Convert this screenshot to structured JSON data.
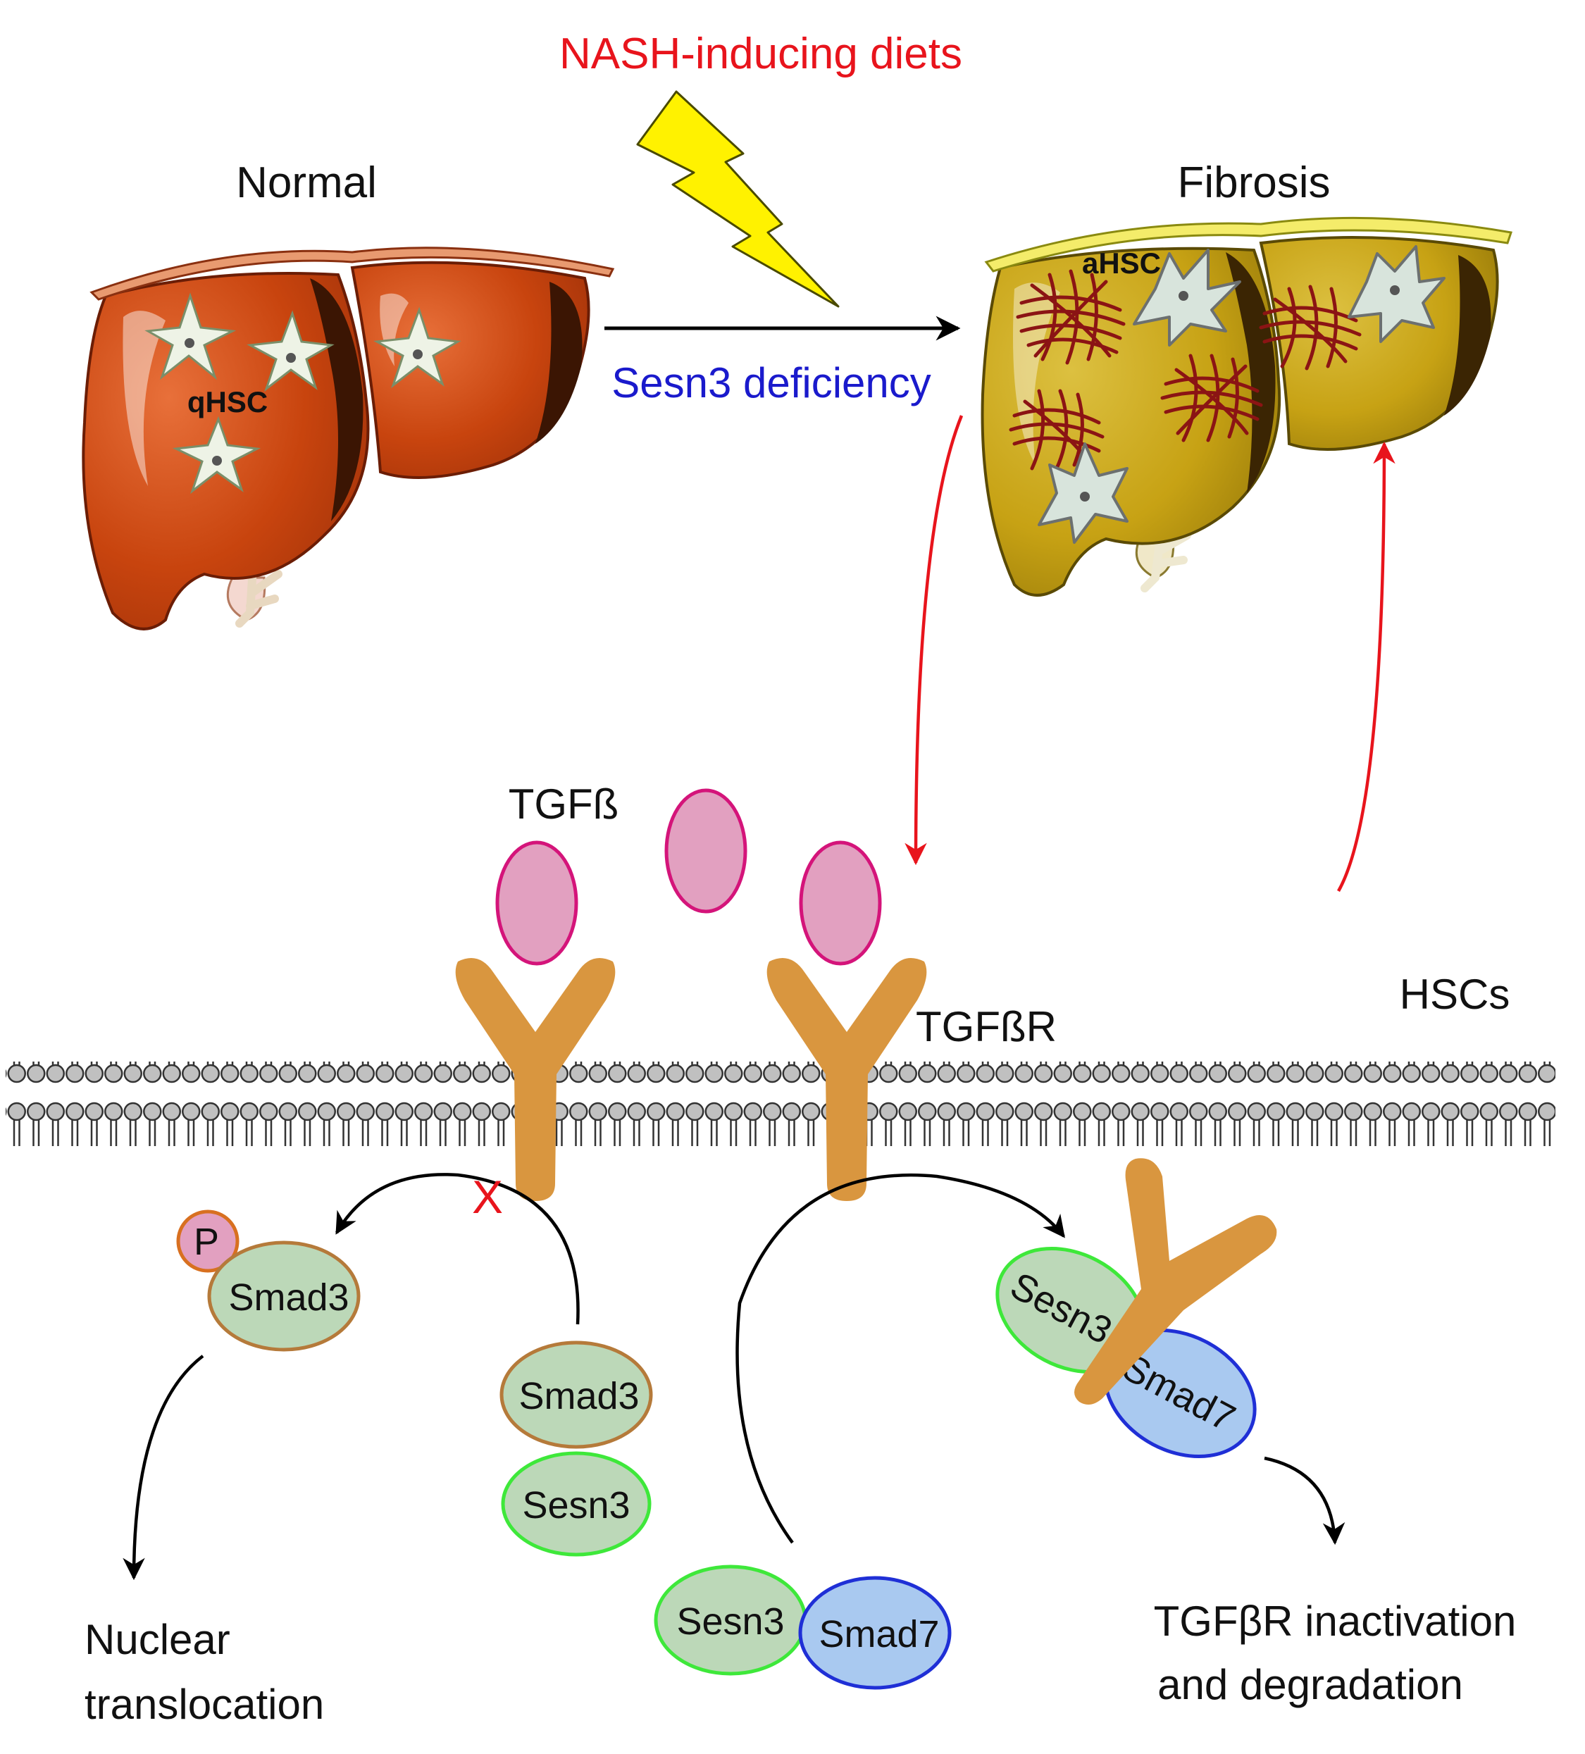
{
  "top": {
    "diet_label": "NASH-inducing diets",
    "deficiency_label": "Sesn3 deficiency",
    "normal_label": "Normal",
    "fibrosis_label": "Fibrosis",
    "qhsc_label": "qHSC",
    "ahsc_label": "aHSC"
  },
  "signaling": {
    "tgfb_label": "TGFß",
    "receptor_label": "TGFßR",
    "hscs_label": "HSCs",
    "blocked_mark": "X",
    "phospho_label": "P",
    "smad3_phospho_label": "Smad3",
    "smad3_label": "Smad3",
    "sesn3_label": "Sesn3",
    "sesn3_pair_label": "Sesn3",
    "smad7_pair_label": "Smad7",
    "sesn3_bound_label": "Sesn3",
    "smad7_bound_label": "Smad7"
  },
  "outcomes": {
    "nuclear_line1": "Nuclear",
    "nuclear_line2": "translocation",
    "degradation_line1": "TGFβR inactivation",
    "degradation_line2": "and degradation"
  },
  "colors": {
    "red": "#e8141c",
    "blue": "#1a1acc",
    "receptor": "#d9963f",
    "tgfb_fill": "#e2a0c0",
    "tgfb_stroke": "#d4147a",
    "smad3_fill": "#bcd8b8",
    "smad3_stroke": "#b57a3a",
    "sesn3_stroke": "#3ee83a",
    "smad7_fill": "#a9c9f0",
    "smad7_stroke": "#1f2fd6",
    "normal_liver": "#c8440e",
    "fibrotic_liver": "#c7a214",
    "collagen": "#8b1414"
  }
}
